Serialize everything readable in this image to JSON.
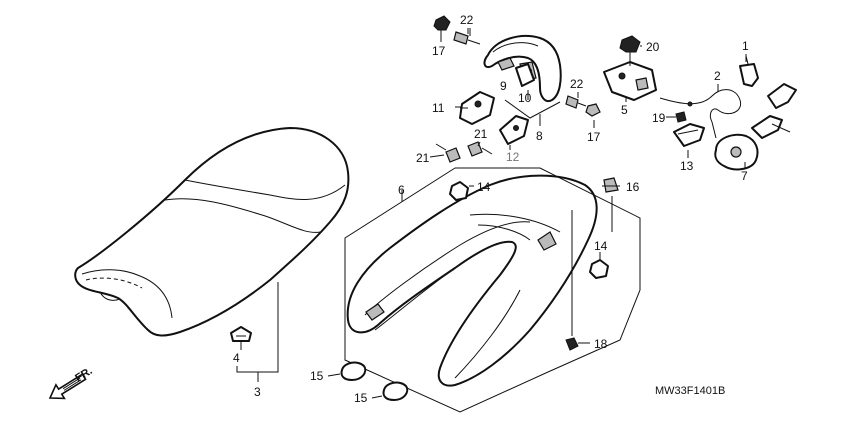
{
  "diagram": {
    "code": "MW33F1401B",
    "front_marker": "FR.",
    "labels": {
      "p1": "1",
      "p2": "2",
      "p3": "3",
      "p4": "4",
      "p5": "5",
      "p6": "6",
      "p7": "7",
      "p8": "8",
      "p9": "9",
      "p10": "10",
      "p11": "11",
      "p12": "12",
      "p13": "13",
      "p14a": "14",
      "p14b": "14",
      "p15a": "15",
      "p15b": "15",
      "p16": "16",
      "p17a": "17",
      "p17b": "17",
      "p18": "18",
      "p19": "19",
      "p20": "20",
      "p21a": "21",
      "p21b": "21",
      "p22a": "22",
      "p22b": "22"
    }
  }
}
